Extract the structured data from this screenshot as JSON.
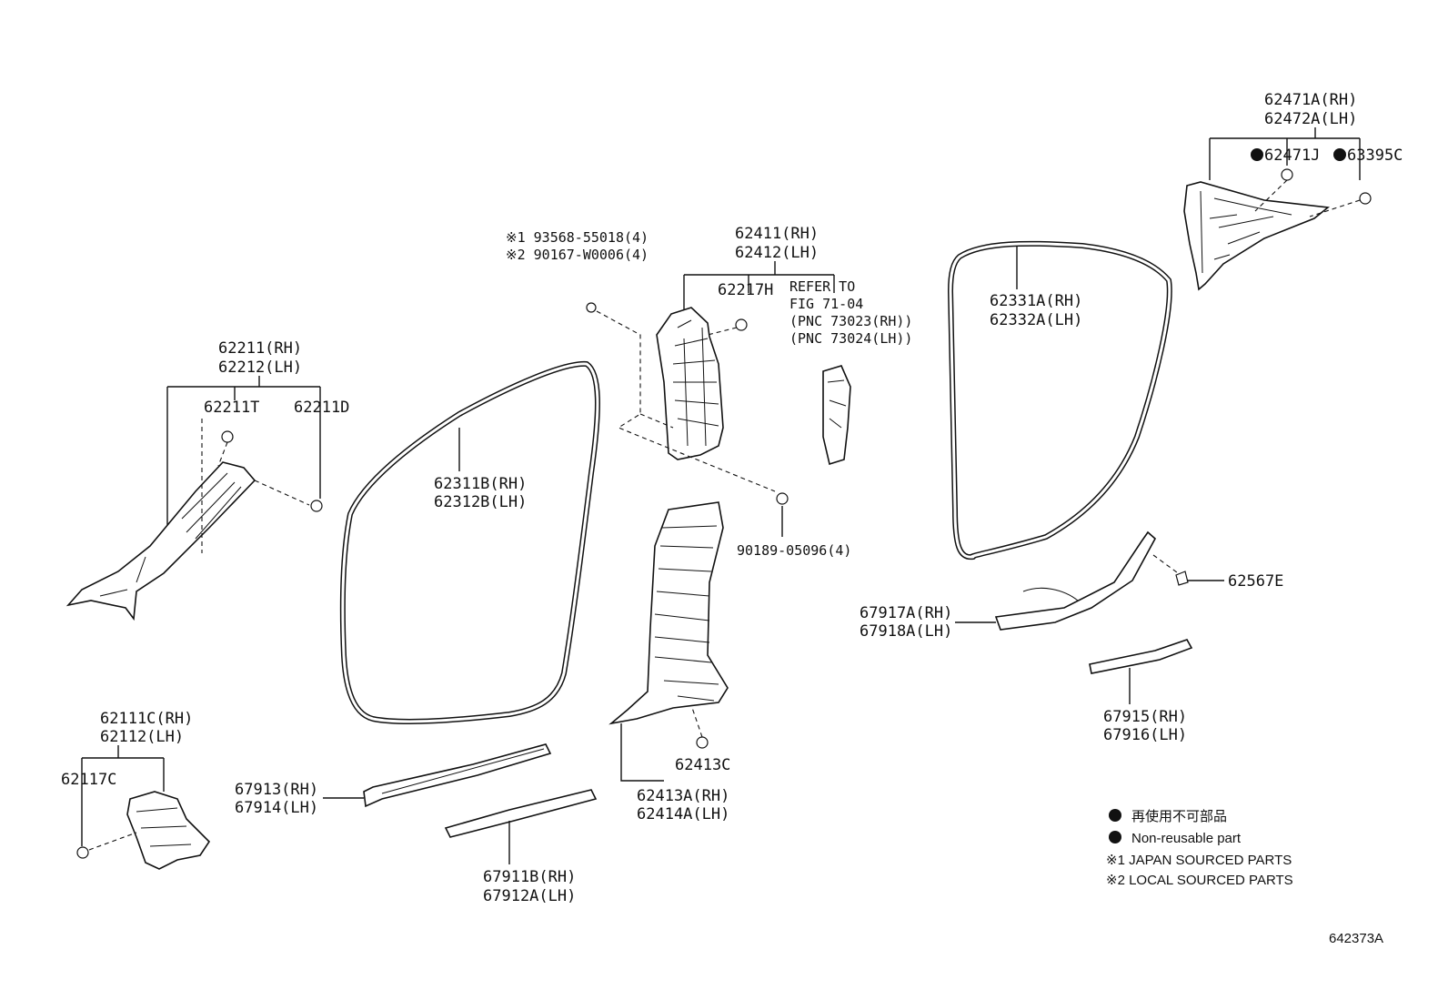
{
  "diagram_code": "642373A",
  "parts": {
    "p62471": {
      "line1": "62471A(RH)",
      "line2": "62472A(LH)"
    },
    "p62471J": "62471J",
    "p63395C": "63395C",
    "p62331": {
      "line1": "62331A(RH)",
      "line2": "62332A(LH)"
    },
    "p62411": {
      "line1": "62411(RH)",
      "line2": "62412(LH)"
    },
    "p62217H": "62217H",
    "refer": {
      "line1": "REFER TO",
      "line2": "FIG 71-04",
      "line3": "(PNC 73023(RH))",
      "line4": "(PNC 73024(LH))"
    },
    "bolts": {
      "line1": "※1 93568-55018(4)",
      "line2": "※2 90167-W0006(4)"
    },
    "p62211": {
      "line1": "62211(RH)",
      "line2": "62212(LH)"
    },
    "p62211T": "62211T",
    "p62211D": "62211D",
    "p62311": {
      "line1": "62311B(RH)",
      "line2": "62312B(LH)"
    },
    "p90189": "90189-05096(4)",
    "p62567E": "62567E",
    "p67917": {
      "line1": "67917A(RH)",
      "line2": "67918A(LH)"
    },
    "p67915": {
      "line1": "67915(RH)",
      "line2": "67916(LH)"
    },
    "p62111": {
      "line1": "62111C(RH)",
      "line2": "62112(LH)"
    },
    "p62117C": "62117C",
    "p67913": {
      "line1": "67913(RH)",
      "line2": "67914(LH)"
    },
    "p62413C": "62413C",
    "p62413A": {
      "line1": "62413A(RH)",
      "line2": "62414A(LH)"
    },
    "p67911": {
      "line1": "67911B(RH)",
      "line2": "67912A(LH)"
    }
  },
  "legend": {
    "jp": "再使用不可部品",
    "en": "Non-reusable part",
    "note1": "※1  JAPAN SOURCED PARTS",
    "note2": "※2  LOCAL SOURCED PARTS"
  }
}
